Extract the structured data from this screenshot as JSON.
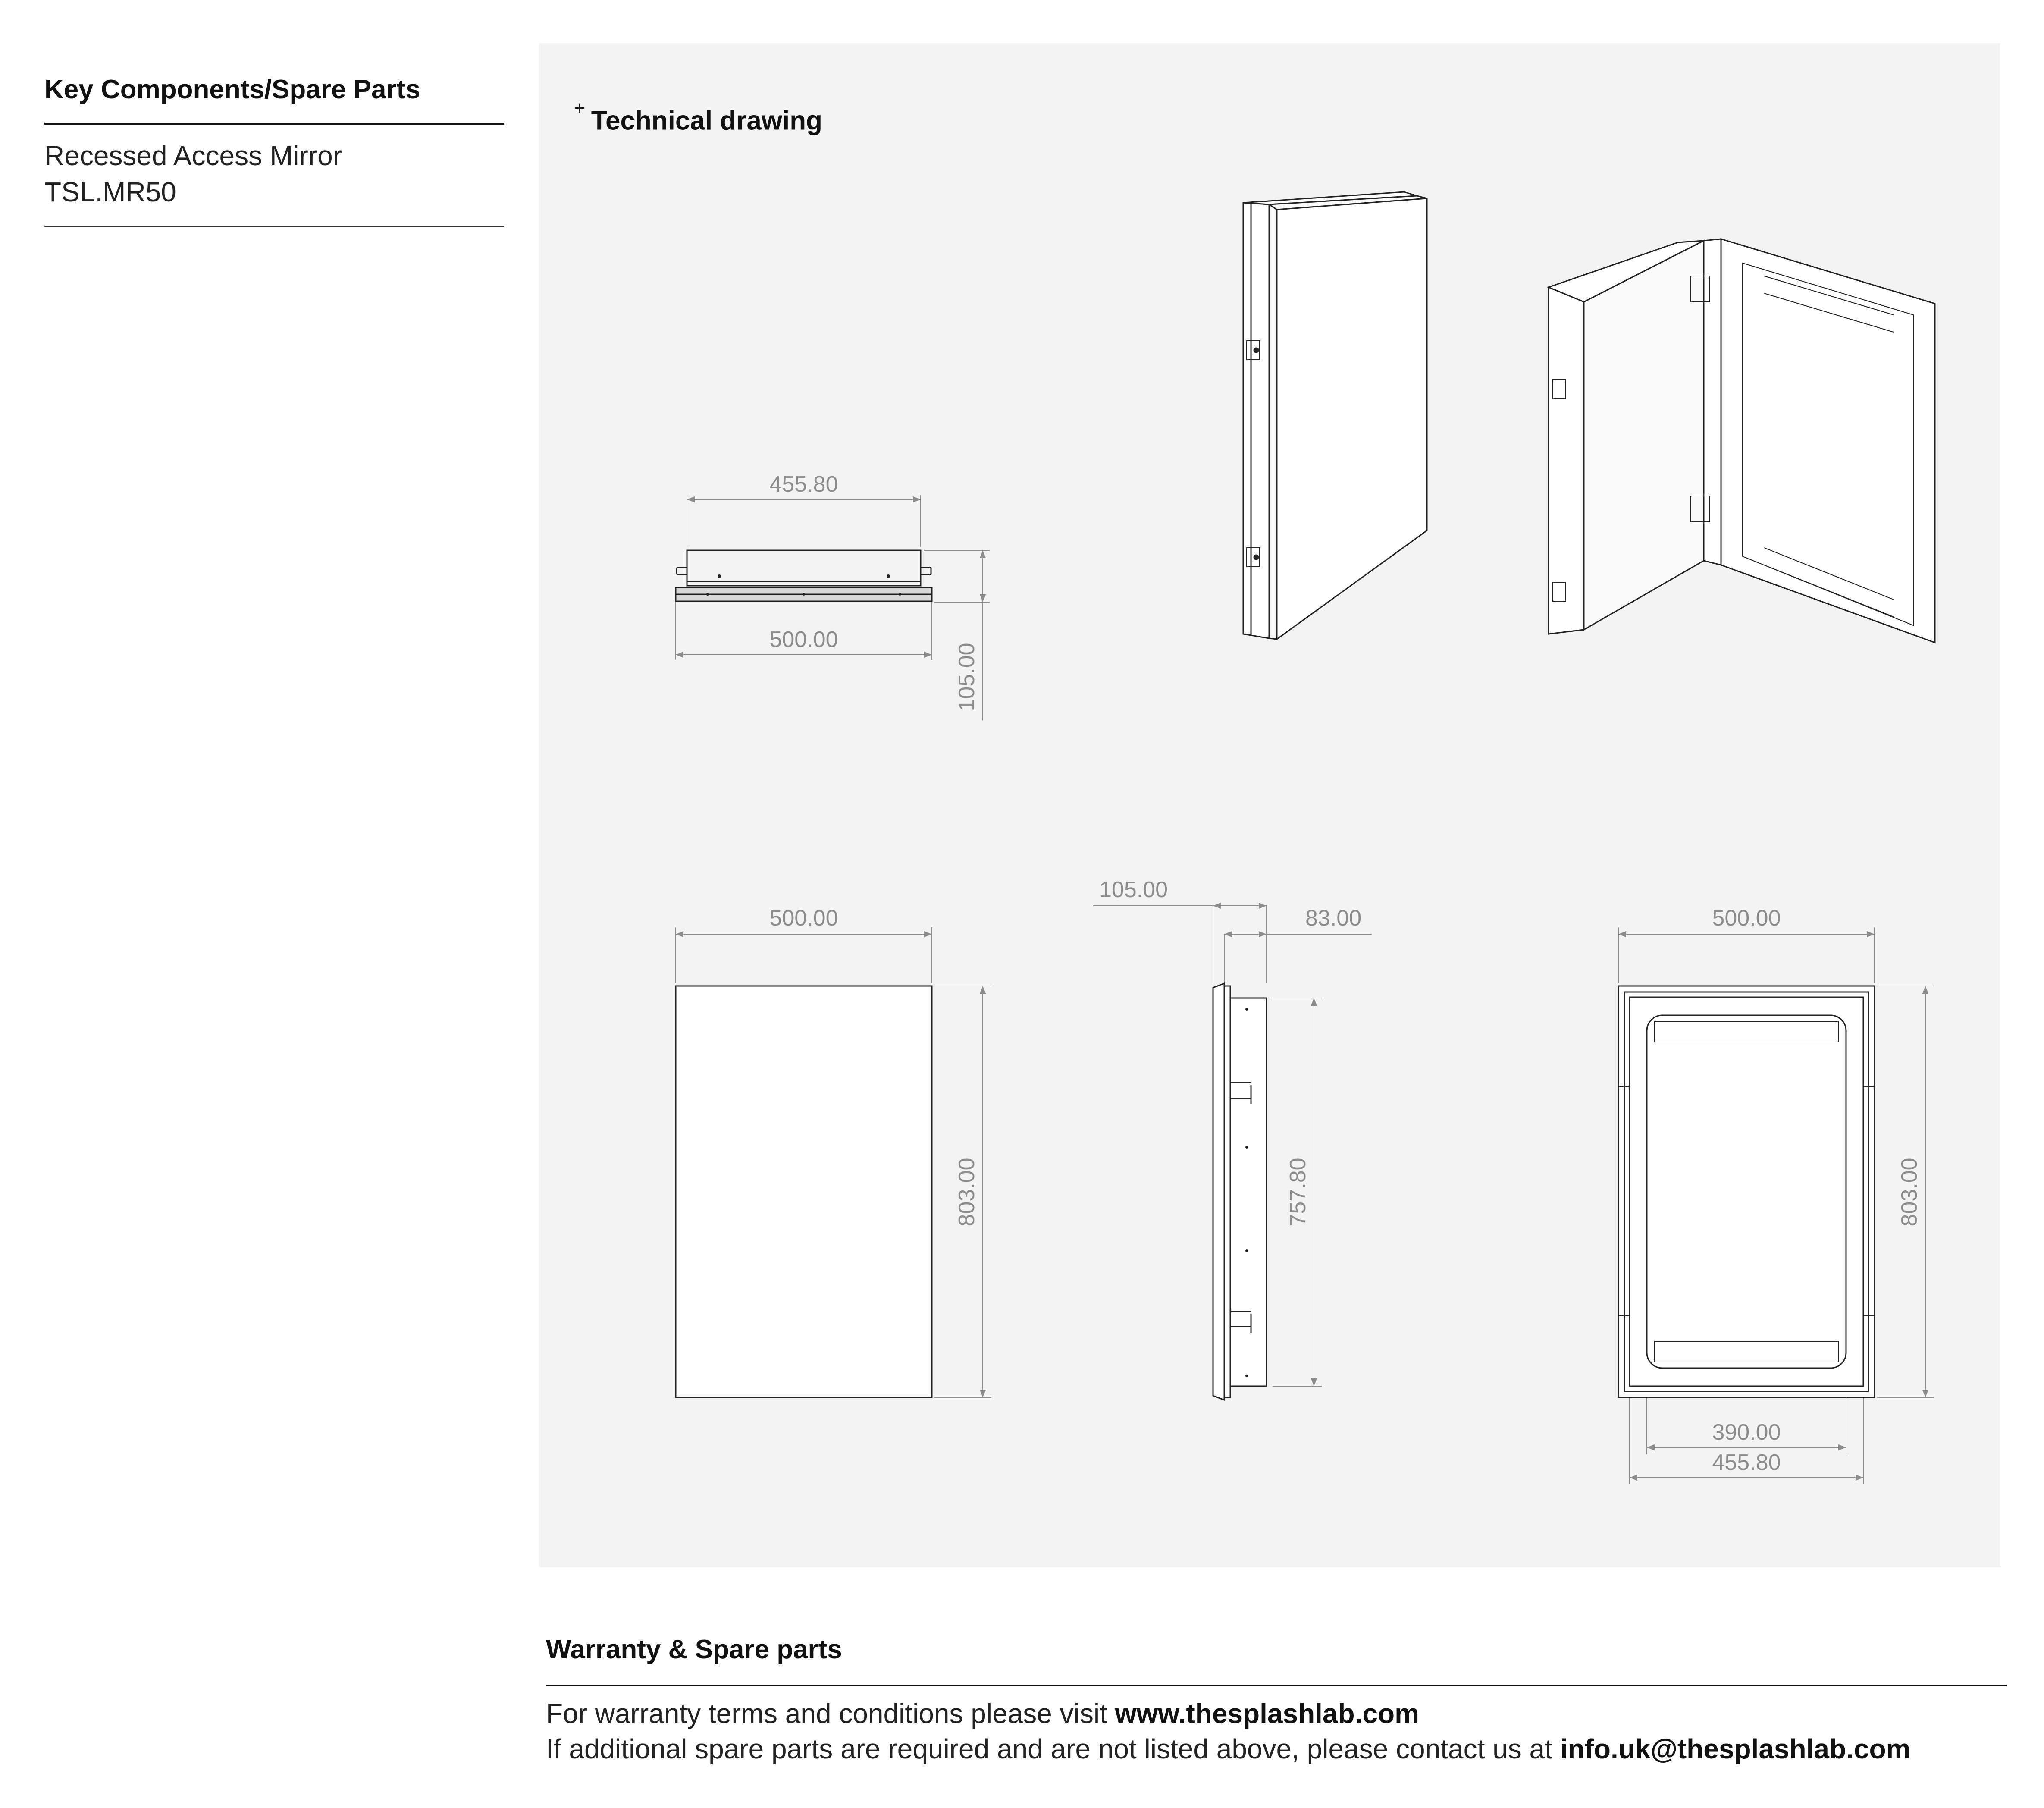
{
  "sidebar": {
    "title": "Key Components/Spare Parts",
    "product_name": "Recessed Access Mirror",
    "product_code": "TSL.MR50"
  },
  "panel": {
    "title_mark": "+",
    "title": "Technical drawing"
  },
  "dimensions": {
    "top_view_inner_width": "455.80",
    "top_view_outer_width": "500.00",
    "top_view_depth": "105.00",
    "front_width": "500.00",
    "front_height": "803.00",
    "side_depth": "105.00",
    "side_recess_depth": "83.00",
    "side_body_height": "757.80",
    "back_width": "500.00",
    "back_height": "803.00",
    "back_inner_width": "390.00",
    "back_body_width": "455.80"
  },
  "warranty": {
    "title": "Warranty & Spare parts",
    "line1_prefix": "For warranty terms and conditions please visit ",
    "line1_link": "www.thesplashlab.com",
    "line2_prefix": "If additional spare parts are required and are not listed above, please contact us at ",
    "line2_email": "info.uk@thesplashlab.com"
  },
  "colors": {
    "panel_background": "#f3f3f3",
    "line_dark": "#222222",
    "dimension_grey": "#8c8c8c"
  }
}
